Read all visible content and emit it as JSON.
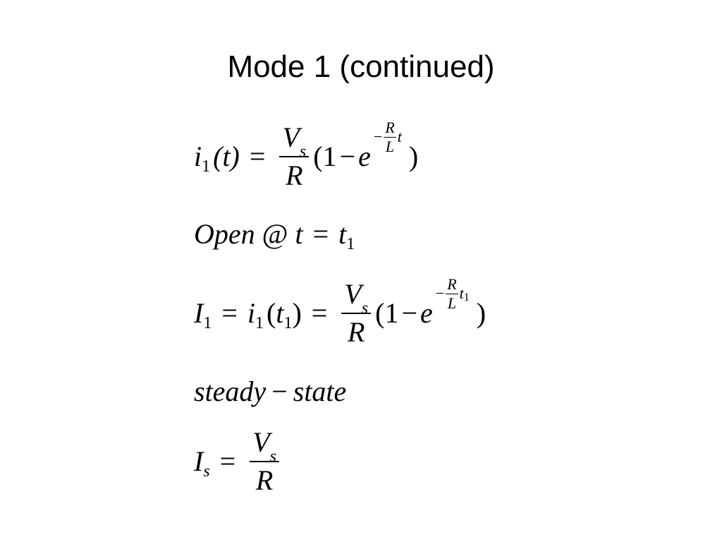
{
  "slide": {
    "title": "Mode 1 (continued)"
  },
  "equations": {
    "eq1": {
      "lhs_i": "i",
      "lhs_sub": "1",
      "lhs_arg": "(t)",
      "eq": "=",
      "num": "V",
      "num_sub": "s",
      "den": "R",
      "paren_open": "(1",
      "minus": "−",
      "e": "e",
      "exp_minus": "−",
      "exp_num": "R",
      "exp_den": "L",
      "exp_var": "t",
      "paren_close": ")"
    },
    "eq2": {
      "word": "Open",
      "at": "@",
      "t": "t",
      "eq": "=",
      "rhs": "t",
      "rhs_sub": "1"
    },
    "eq3": {
      "lhs": "I",
      "lhs_sub": "1",
      "eq1": "=",
      "mid_i": "i",
      "mid_sub": "1",
      "mid_arg_open": "(",
      "mid_t": "t",
      "mid_t_sub": "1",
      "mid_arg_close": ")",
      "eq2": "=",
      "num": "V",
      "num_sub": "s",
      "den": "R",
      "paren_open": "(1",
      "minus": "−",
      "e": "e",
      "exp_minus": "−",
      "exp_num": "R",
      "exp_den": "L",
      "exp_var": "t",
      "exp_var_sub": "1",
      "paren_close": ")"
    },
    "eq4": {
      "left": "steady",
      "minus": "−",
      "right": "state"
    },
    "eq5": {
      "lhs": "I",
      "lhs_sub": "s",
      "eq": "=",
      "num": "V",
      "num_sub": "s",
      "den": "R"
    }
  }
}
